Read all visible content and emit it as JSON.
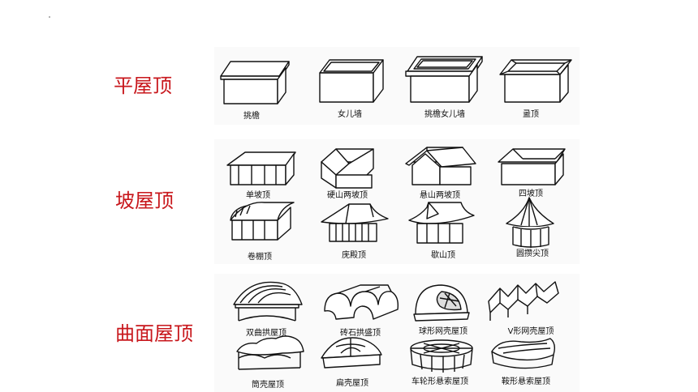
{
  "categories": {
    "flat": "平屋顶",
    "sloped": "坡屋顶",
    "curved": "曲面屋顶"
  },
  "flat_labels": [
    "挑檐",
    "女儿墙",
    "挑檐女儿墙",
    "盝顶"
  ],
  "sloped_labels": [
    "单坡顶",
    "硬山两坡顶",
    "悬山两坡顶",
    "四坡顶",
    "卷棚顶",
    "庑殿顶",
    "歇山顶",
    "圆攒尖顶"
  ],
  "curved_labels": [
    "双曲拱屋顶",
    "砖石拱盛顶",
    "球形网壳屋顶",
    "V形网壳屋顶",
    "筒壳屋顶",
    "扁壳屋顶",
    "车轮形悬索屋顶",
    "鞍形悬索屋顶"
  ],
  "colors": {
    "category_text": "#c8171c",
    "line": "#111111"
  }
}
